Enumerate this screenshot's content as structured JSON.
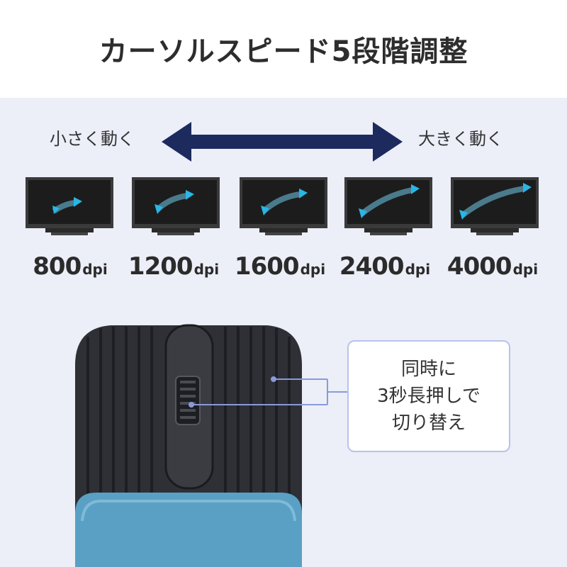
{
  "header": {
    "title": "カーソルスピード5段階調整"
  },
  "speed_scale": {
    "slow_label": "小さく動く",
    "fast_label": "大きく動く"
  },
  "levels": [
    {
      "value": "800",
      "unit": "dpi"
    },
    {
      "value": "1200",
      "unit": "dpi"
    },
    {
      "value": "1600",
      "unit": "dpi"
    },
    {
      "value": "2400",
      "unit": "dpi"
    },
    {
      "value": "4000",
      "unit": "dpi"
    }
  ],
  "callout": {
    "lines": [
      "同時に",
      "3秒長押しで",
      "切り替え"
    ]
  },
  "colors": {
    "arrow": "#1c2a5e",
    "cursor": "#29b6e6",
    "mouse_body": "#2e3036",
    "mouse_base": "#5aa0c4",
    "callout_border": "#b8c3ea"
  }
}
